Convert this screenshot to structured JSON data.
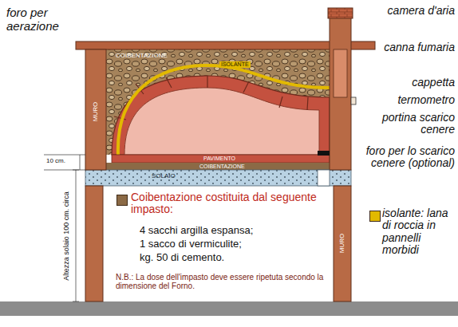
{
  "diagram": {
    "labels": [
      "foro per aerazione",
      "camera d'aria",
      "canna fumaria",
      "cappetta",
      "termometro",
      "portina scarico cenere",
      "foro per lo scarico cenere (optional)",
      "COIBENTAZIONE",
      "ISOLANTE",
      "MURO",
      "MURO",
      "PAVIMENTO",
      "COIBENTAZIONE",
      "SOLAIO",
      "10 cm.",
      "Altezza solaio 100 cm. circa",
      "4 sacchi argilla espansa;",
      "1 sacco di vermiculite;",
      "kg. 50 di cemento.",
      "N.B.: La dose dell'impasto deve essere ripetuta secondo la dimensione del Forno."
    ],
    "legend": [
      {
        "text": "Coibentazione costituita dal seguente impasto:",
        "color": "#8b6a46"
      },
      {
        "text": "isolante: lana di roccia in pannelli morbidi",
        "color": "#e2b900"
      }
    ]
  }
}
